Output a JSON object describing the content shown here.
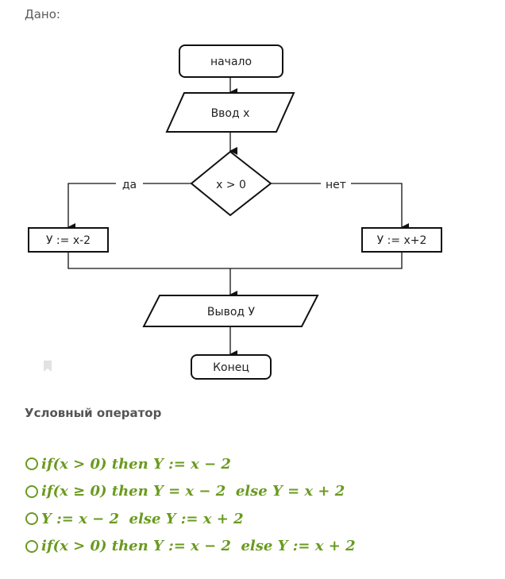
{
  "header": {
    "given_label": "Дано:"
  },
  "flowchart": {
    "start": "начало",
    "input": "Ввод x",
    "condition": "x > 0",
    "yes_label": "да",
    "no_label": "нет",
    "yes_action": "У := x-2",
    "no_action": "У := x+2",
    "output": "Вывод У",
    "end": "Конец"
  },
  "question": {
    "title": "Условный оператор",
    "options": [
      {
        "label": "if(x > 0) then Y := x − 2"
      },
      {
        "label": "if(x ≥ 0) then Y = x − 2  else Y = x + 2"
      },
      {
        "label": "Y := x − 2  else Y := x + 2"
      },
      {
        "label": "if(x > 0) then Y := x − 2  else Y := x + 2"
      }
    ]
  },
  "colors": {
    "accent": "#6a9a1f",
    "text": "#222222",
    "muted": "#5a5a5a"
  },
  "icons": {
    "bookmark": "bookmark-icon",
    "radio": "radio-unchecked-icon"
  }
}
